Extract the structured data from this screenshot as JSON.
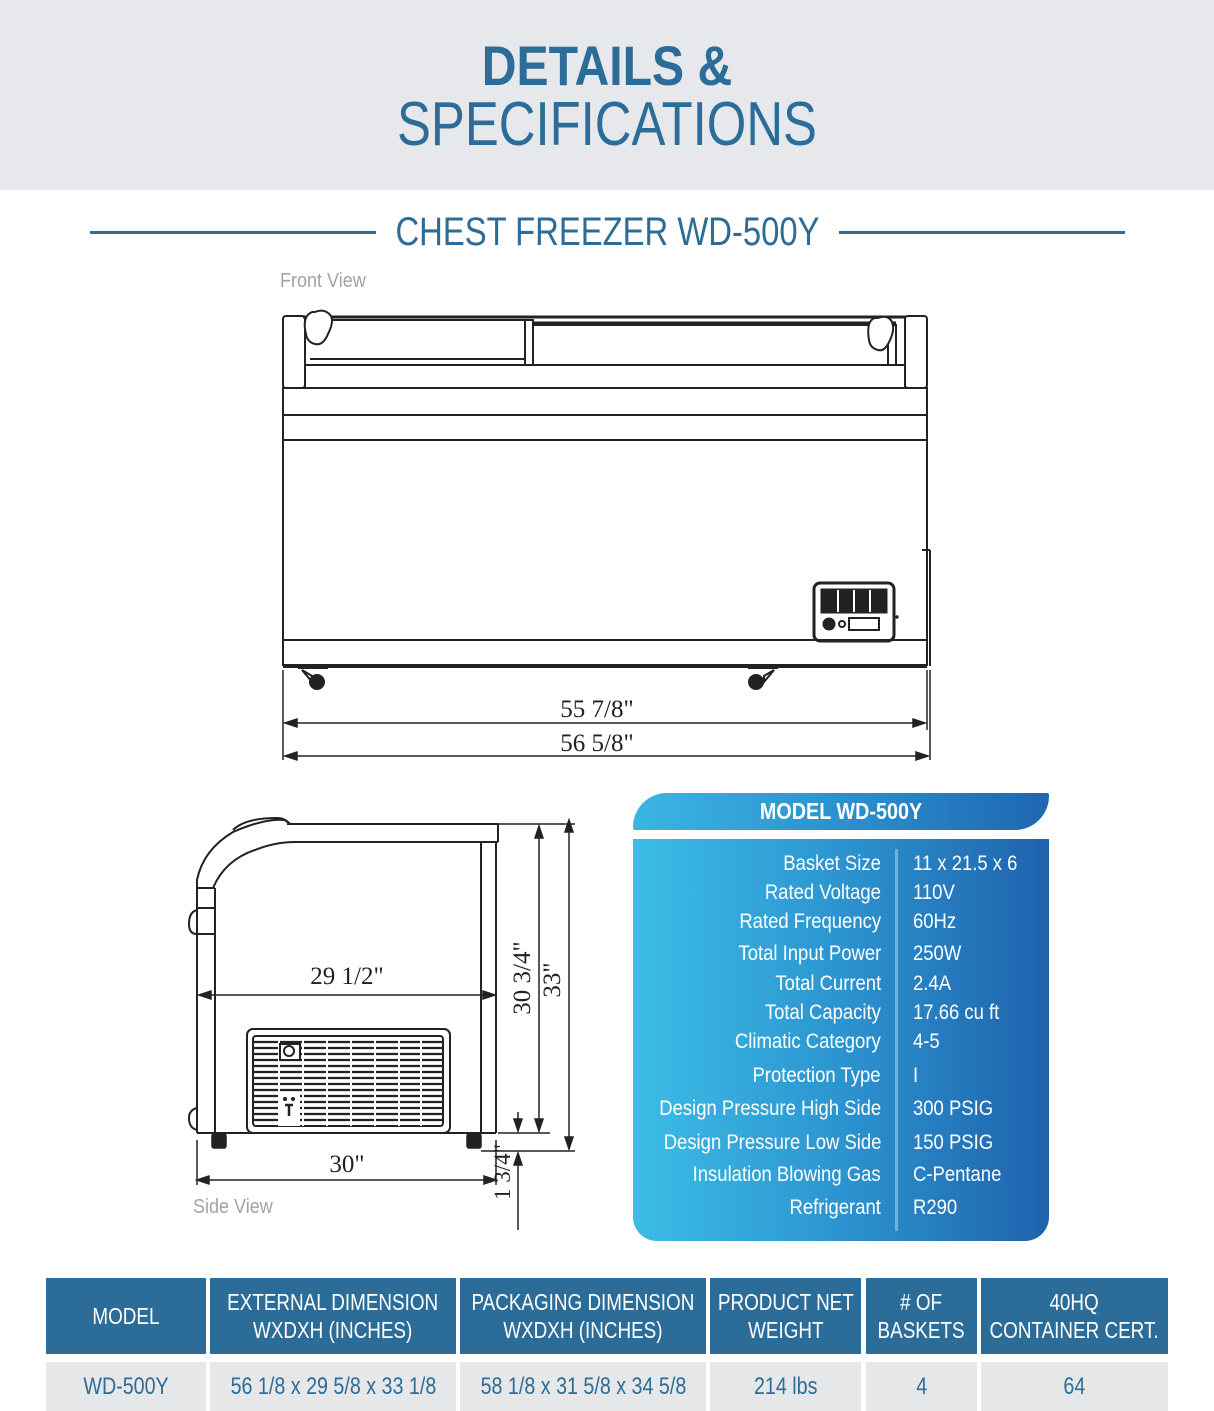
{
  "header": {
    "title_line1": "DETAILS &",
    "title_line2": "SPECIFICATIONS"
  },
  "product": {
    "subtitle": "CHEST FREEZER WD-500Y"
  },
  "front_view": {
    "label": "Front View",
    "dimensions": {
      "inner_width": "55 7/8\"",
      "overall_width": "56 5/8\""
    }
  },
  "side_view": {
    "label": "Side View",
    "dimensions": {
      "cabinet_depth": "29 1/2\"",
      "overall_depth": "30\"",
      "cabinet_height": "30 3/4\"",
      "overall_height": "33\"",
      "caster_height": "1 3/4\""
    }
  },
  "spec_card": {
    "title": "MODEL WD-500Y",
    "rows": [
      {
        "label": "Basket Size",
        "value": "11 x 21.5 x 6"
      },
      {
        "label": "Rated  Voltage",
        "value": "110V"
      },
      {
        "label": "Rated  Frequency",
        "value": "60Hz"
      },
      {
        "label": "Total Input Power",
        "value": "250W"
      },
      {
        "label": "Total Current",
        "value": "2.4A"
      },
      {
        "label": "Total Capacity",
        "value": "17.66 cu ft"
      },
      {
        "label": "Climatic Category",
        "value": "4-5"
      },
      {
        "label": "Protection Type",
        "value": "I"
      },
      {
        "label": "Design Pressure High Side",
        "value": "300 PSIG"
      },
      {
        "label": "Design Pressure Low Side",
        "value": "150 PSIG"
      },
      {
        "label": "Insulation Blowing Gas",
        "value": "C-Pentane"
      },
      {
        "label": "Refrigerant",
        "value": "R290"
      }
    ]
  },
  "table": {
    "headers": [
      {
        "line1": "MODEL",
        "line2": ""
      },
      {
        "line1": "EXTERNAL DIMENSION",
        "line2": "WXDXH (INCHES)"
      },
      {
        "line1": "PACKAGING DIMENSION",
        "line2": "WXDXH (INCHES)"
      },
      {
        "line1": "PRODUCT NET",
        "line2": "WEIGHT"
      },
      {
        "line1": "# OF",
        "line2": "BASKETS"
      },
      {
        "line1": "40HQ",
        "line2": "CONTAINER CERT."
      }
    ],
    "rows": [
      [
        "WD-500Y",
        "56 1/8 x 29 5/8 x 33 1/8",
        "58 1/8 x 31 5/8 x 34 5/8",
        "214 lbs",
        "4",
        "64"
      ]
    ]
  },
  "colors": {
    "brand_blue": "#2c6c99",
    "hero_bg": "#e6e8eb",
    "card_gradient_start": "#3cbde6",
    "card_gradient_end": "#1f62ad",
    "table_row_bg": "#e6e7e9",
    "view_label_gray": "#a3a3a3"
  }
}
